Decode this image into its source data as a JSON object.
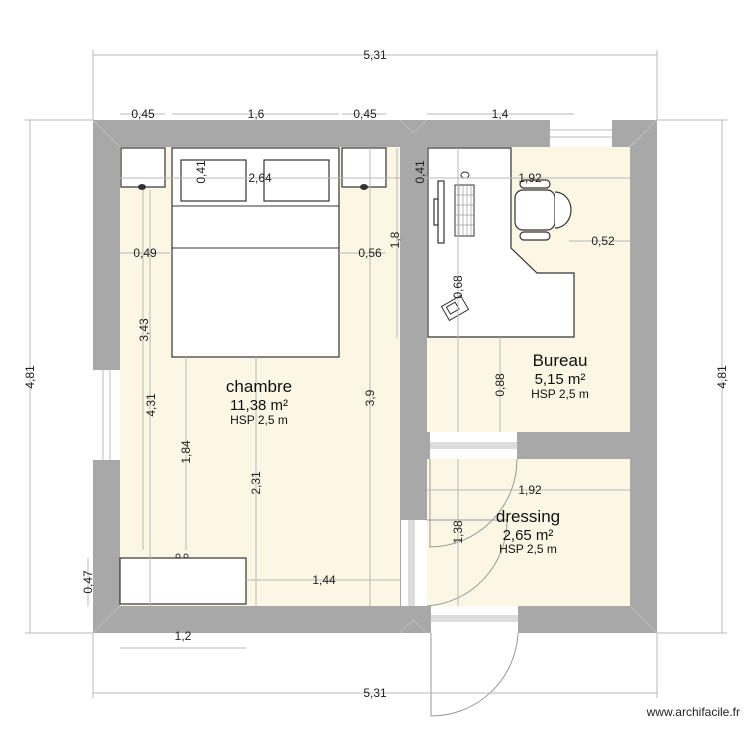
{
  "rooms": [
    {
      "name": "chambre",
      "area": "11,38 m²",
      "height": "HSP 2,5 m"
    },
    {
      "name": "Bureau",
      "area": "5,15 m²",
      "height": "HSP 2,5 m"
    },
    {
      "name": "dressing",
      "area": "2,65 m²",
      "height": "HSP 2,5 m"
    }
  ],
  "dimensions": {
    "total_width_top": "5,31",
    "total_width_bottom": "5,31",
    "total_height_left": "4,81",
    "total_height_right": "4,81",
    "nightstand_left": "0,45",
    "bed_width": "1,6",
    "nightstand_right": "0,45",
    "bureau_window_offset": "1,4",
    "pillow_depth": "0,41",
    "chambre_width": "2,64",
    "left_clearance": "0,49",
    "right_clearance": "0,56",
    "bed_length": "1,8",
    "chambre_h1": "3,43",
    "chambre_h2": "4,31",
    "chambre_h3": "3,9",
    "chambre_h4": "1,84",
    "chambre_h5": "2,31",
    "dresser_gap": "1,44",
    "dresser_depth": "0,47",
    "dresser_width": "1,2",
    "bureau_desk_depth": "0,41",
    "bureau_width": "1,92",
    "bureau_clearance": "0,52",
    "bureau_h1": "0,68",
    "bureau_h2": "0,88",
    "dressing_width": "1,92",
    "dressing_height": "1,38"
  },
  "watermark": "www.archifacile.fr",
  "colors": {
    "wall": "#a8a8a8",
    "floor": "#fcf7e4",
    "dimension": "#b8b8b8"
  }
}
